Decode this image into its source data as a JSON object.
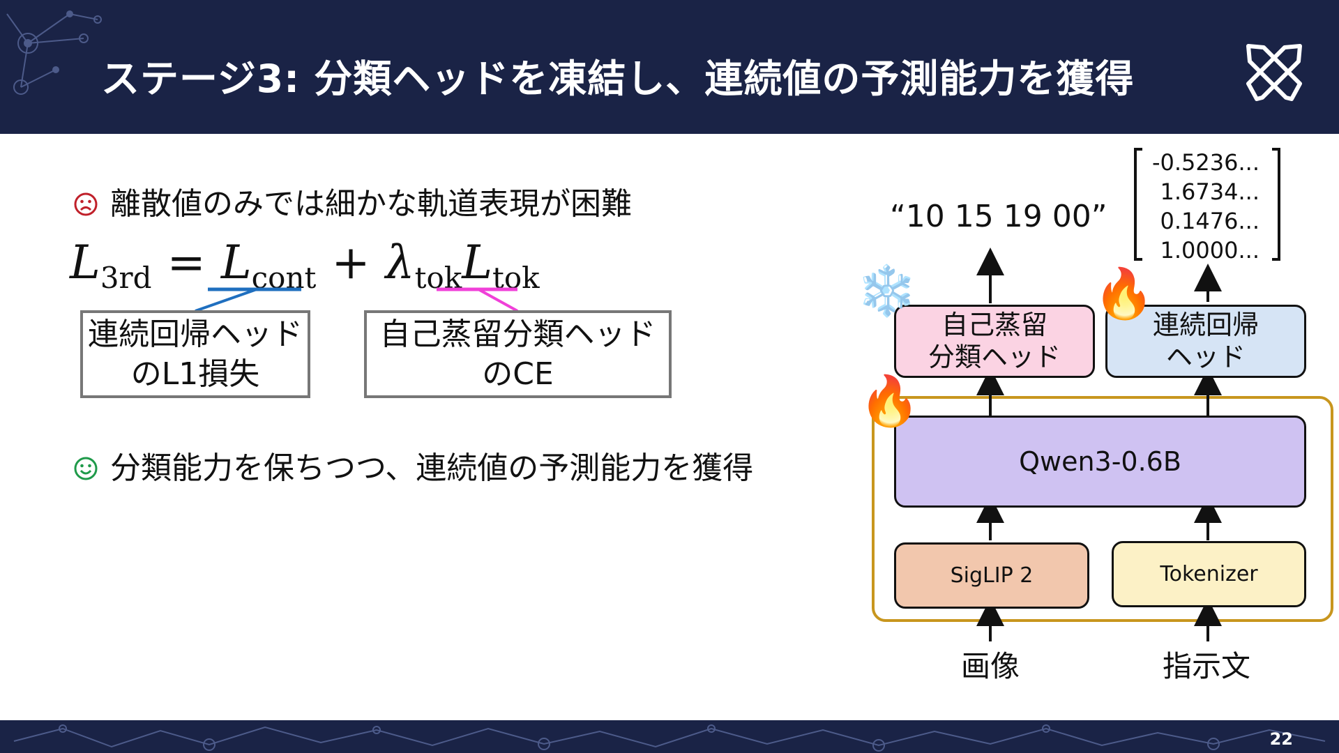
{
  "header": {
    "title": "ステージ3: 分類ヘッドを凍結し、連続値の予測能力を獲得",
    "logo_icon": "crossed-tools-logo"
  },
  "bullets": [
    {
      "icon": "frown-icon",
      "color": "#c0202a",
      "text": "離散値のみでは細かな軌道表現が困難"
    },
    {
      "icon": "smile-icon",
      "color": "#1f9a4a",
      "text": "分類能力を保ちつつ、連続値の予測能力を獲得"
    }
  ],
  "equation": {
    "lhs": "L",
    "lhs_sub": "3rd",
    "eq": "=",
    "term1": "L",
    "term1_sub": "cont",
    "plus": "+",
    "lambda": "λ",
    "lambda_sub": "tok",
    "term2": "L",
    "term2_sub": "tok",
    "underline_colors": {
      "cont": "#1f6fbf",
      "tok": "#f040d8"
    }
  },
  "loss_labels": [
    {
      "line1": "連続回帰ヘッド",
      "line2": "のL1損失"
    },
    {
      "line1": "自己蒸留分類ヘッド",
      "line2": "のCE"
    }
  ],
  "diagram": {
    "token_output": "“10 15 19 00”",
    "vector_output": [
      "-0.5236...",
      "1.6734...",
      "0.1476...",
      "1.0000..."
    ],
    "cls_head": {
      "line1": "自己蒸留",
      "line2": "分類ヘッド",
      "status_icon": "snowflake-icon",
      "color": "#fbd3e3"
    },
    "reg_head": {
      "line1": "連続回帰",
      "line2": "ヘッド",
      "status_icon": "fire-icon",
      "color": "#d6e4f5"
    },
    "llm": {
      "label": "Qwen3-0.6B",
      "status_icon": "fire-icon",
      "color": "#cfc2f2"
    },
    "vision": {
      "label": "SigLIP 2",
      "color": "#f2c7ad"
    },
    "tokenizer": {
      "label": "Tokenizer",
      "color": "#fcf1c6"
    },
    "frame_color": "#c8961e",
    "inputs": {
      "image": "画像",
      "text": "指示文"
    }
  },
  "footer": {
    "page_number": "22"
  }
}
